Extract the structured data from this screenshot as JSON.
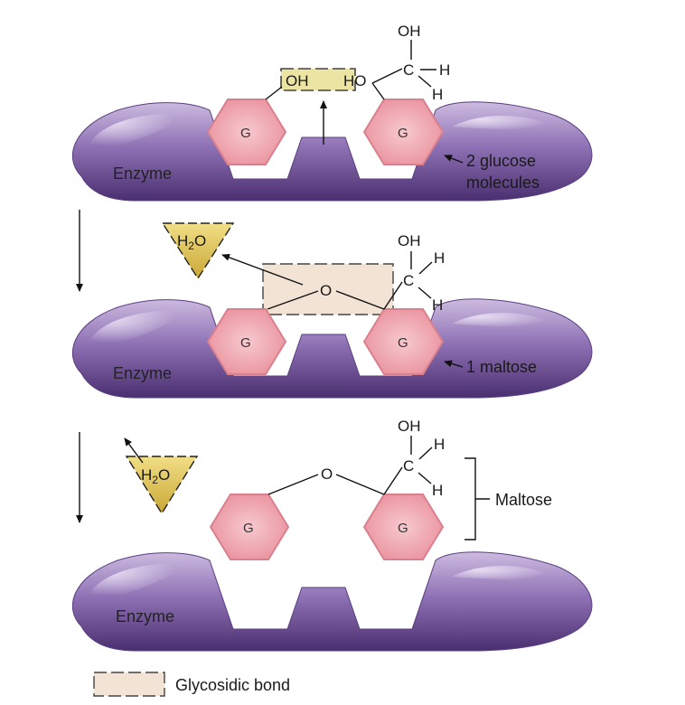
{
  "labels": {
    "enzyme": "Enzyme",
    "two_glucose_line1": "2 glucose",
    "two_glucose_line2": "molecules",
    "one_maltose": "1 maltose",
    "maltose": "Maltose",
    "legend": "Glycosidic bond",
    "glucose": "G",
    "oh": "OH",
    "ho": "HO",
    "h": "H",
    "c": "C",
    "o": "O",
    "h2o_h": "H",
    "h2o_sub": "2",
    "h2o_o": "O"
  },
  "colors": {
    "enzyme_light": "#c9b6dd",
    "enzyme_mid": "#8a6db0",
    "enzyme_dark": "#4e3275",
    "glucose_fill": "#f0a8b0",
    "glucose_stroke": "#d47d8a",
    "water_fill": "#e3c95a",
    "water_stroke": "#a8912d",
    "bond_box_yellow": "#ece4a3",
    "bond_box_beige": "#f3e3d4"
  }
}
